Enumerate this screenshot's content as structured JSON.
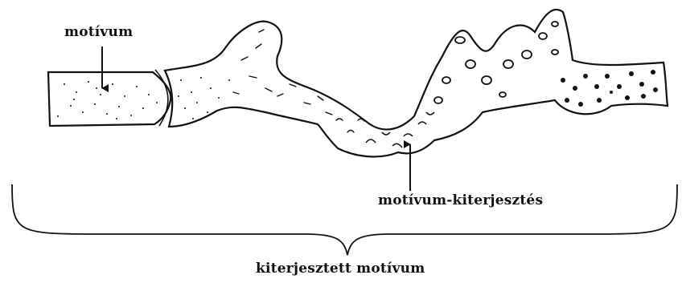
{
  "labels": {
    "motif": "motívum",
    "extension": "motívum-kiterjesztés",
    "extended_motif": "kiterjesztett motívum"
  },
  "colors": {
    "ink": "#111111",
    "paper": "#ffffff"
  }
}
